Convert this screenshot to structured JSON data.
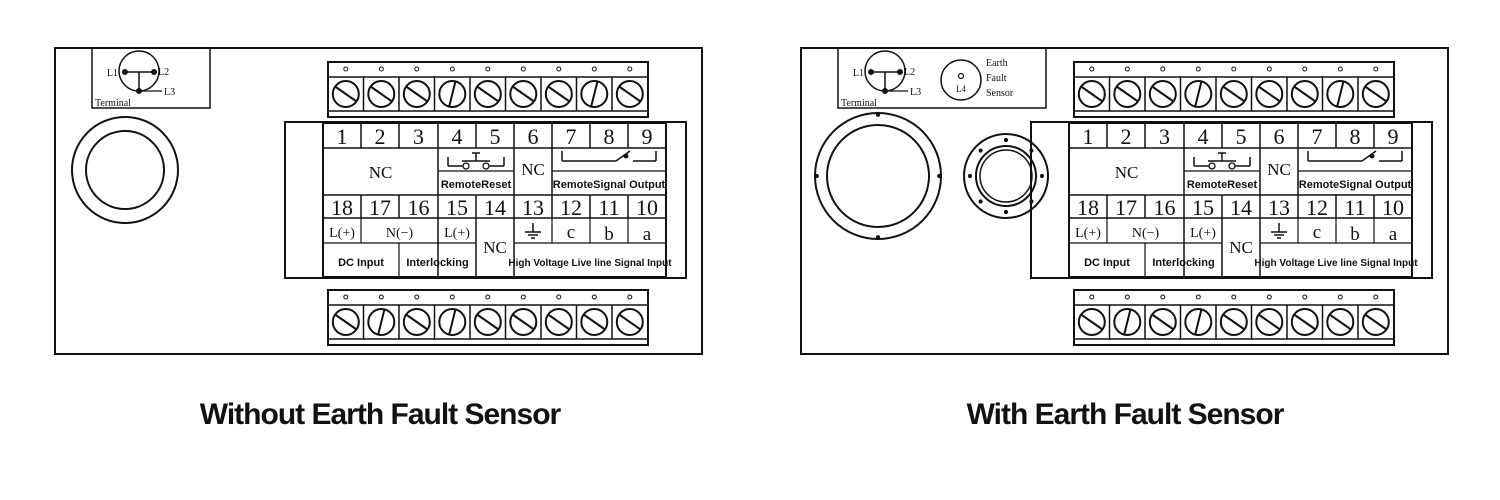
{
  "panels": [
    {
      "caption": "Without Earth Fault Sensor",
      "terminal": {
        "label": "Terminal",
        "l1": "L1",
        "l2": "L2",
        "l3": "L3"
      },
      "sensor": null,
      "top_screws": [
        "h",
        "h",
        "h",
        "v",
        "h",
        "h",
        "h",
        "v",
        "h"
      ],
      "bottom_screws": [
        "h",
        "v",
        "h",
        "v",
        "h",
        "h",
        "h",
        "h",
        "h"
      ]
    },
    {
      "caption": "With Earth Fault Sensor",
      "terminal": {
        "label": "Terminal",
        "l1": "L1",
        "l2": "L2",
        "l3": "L3"
      },
      "sensor": {
        "line1": "Earth",
        "line2": "Fault",
        "line3": "Sensor",
        "l4": "L4"
      },
      "top_screws": [
        "h",
        "h",
        "h",
        "v",
        "h",
        "h",
        "h",
        "v",
        "h"
      ],
      "bottom_screws": [
        "h",
        "v",
        "h",
        "v",
        "h",
        "h",
        "h",
        "h",
        "h"
      ]
    }
  ],
  "terminal_table": {
    "top_numbers": [
      "1",
      "2",
      "3",
      "4",
      "5",
      "6",
      "7",
      "8",
      "9"
    ],
    "bottom_numbers": [
      "18",
      "17",
      "16",
      "15",
      "14",
      "13",
      "12",
      "11",
      "10"
    ],
    "nc": "NC",
    "remote_reset": "RemoteReset",
    "remote_signal_output": "RemoteSignal Output",
    "l_plus": "L(+)",
    "n_minus": "N(−)",
    "c": "c",
    "b": "b",
    "a": "a",
    "dc_input": "DC Input",
    "interlocking": "Interlocking",
    "hv_signal_input": "High Voltage Live line Signal Input"
  }
}
